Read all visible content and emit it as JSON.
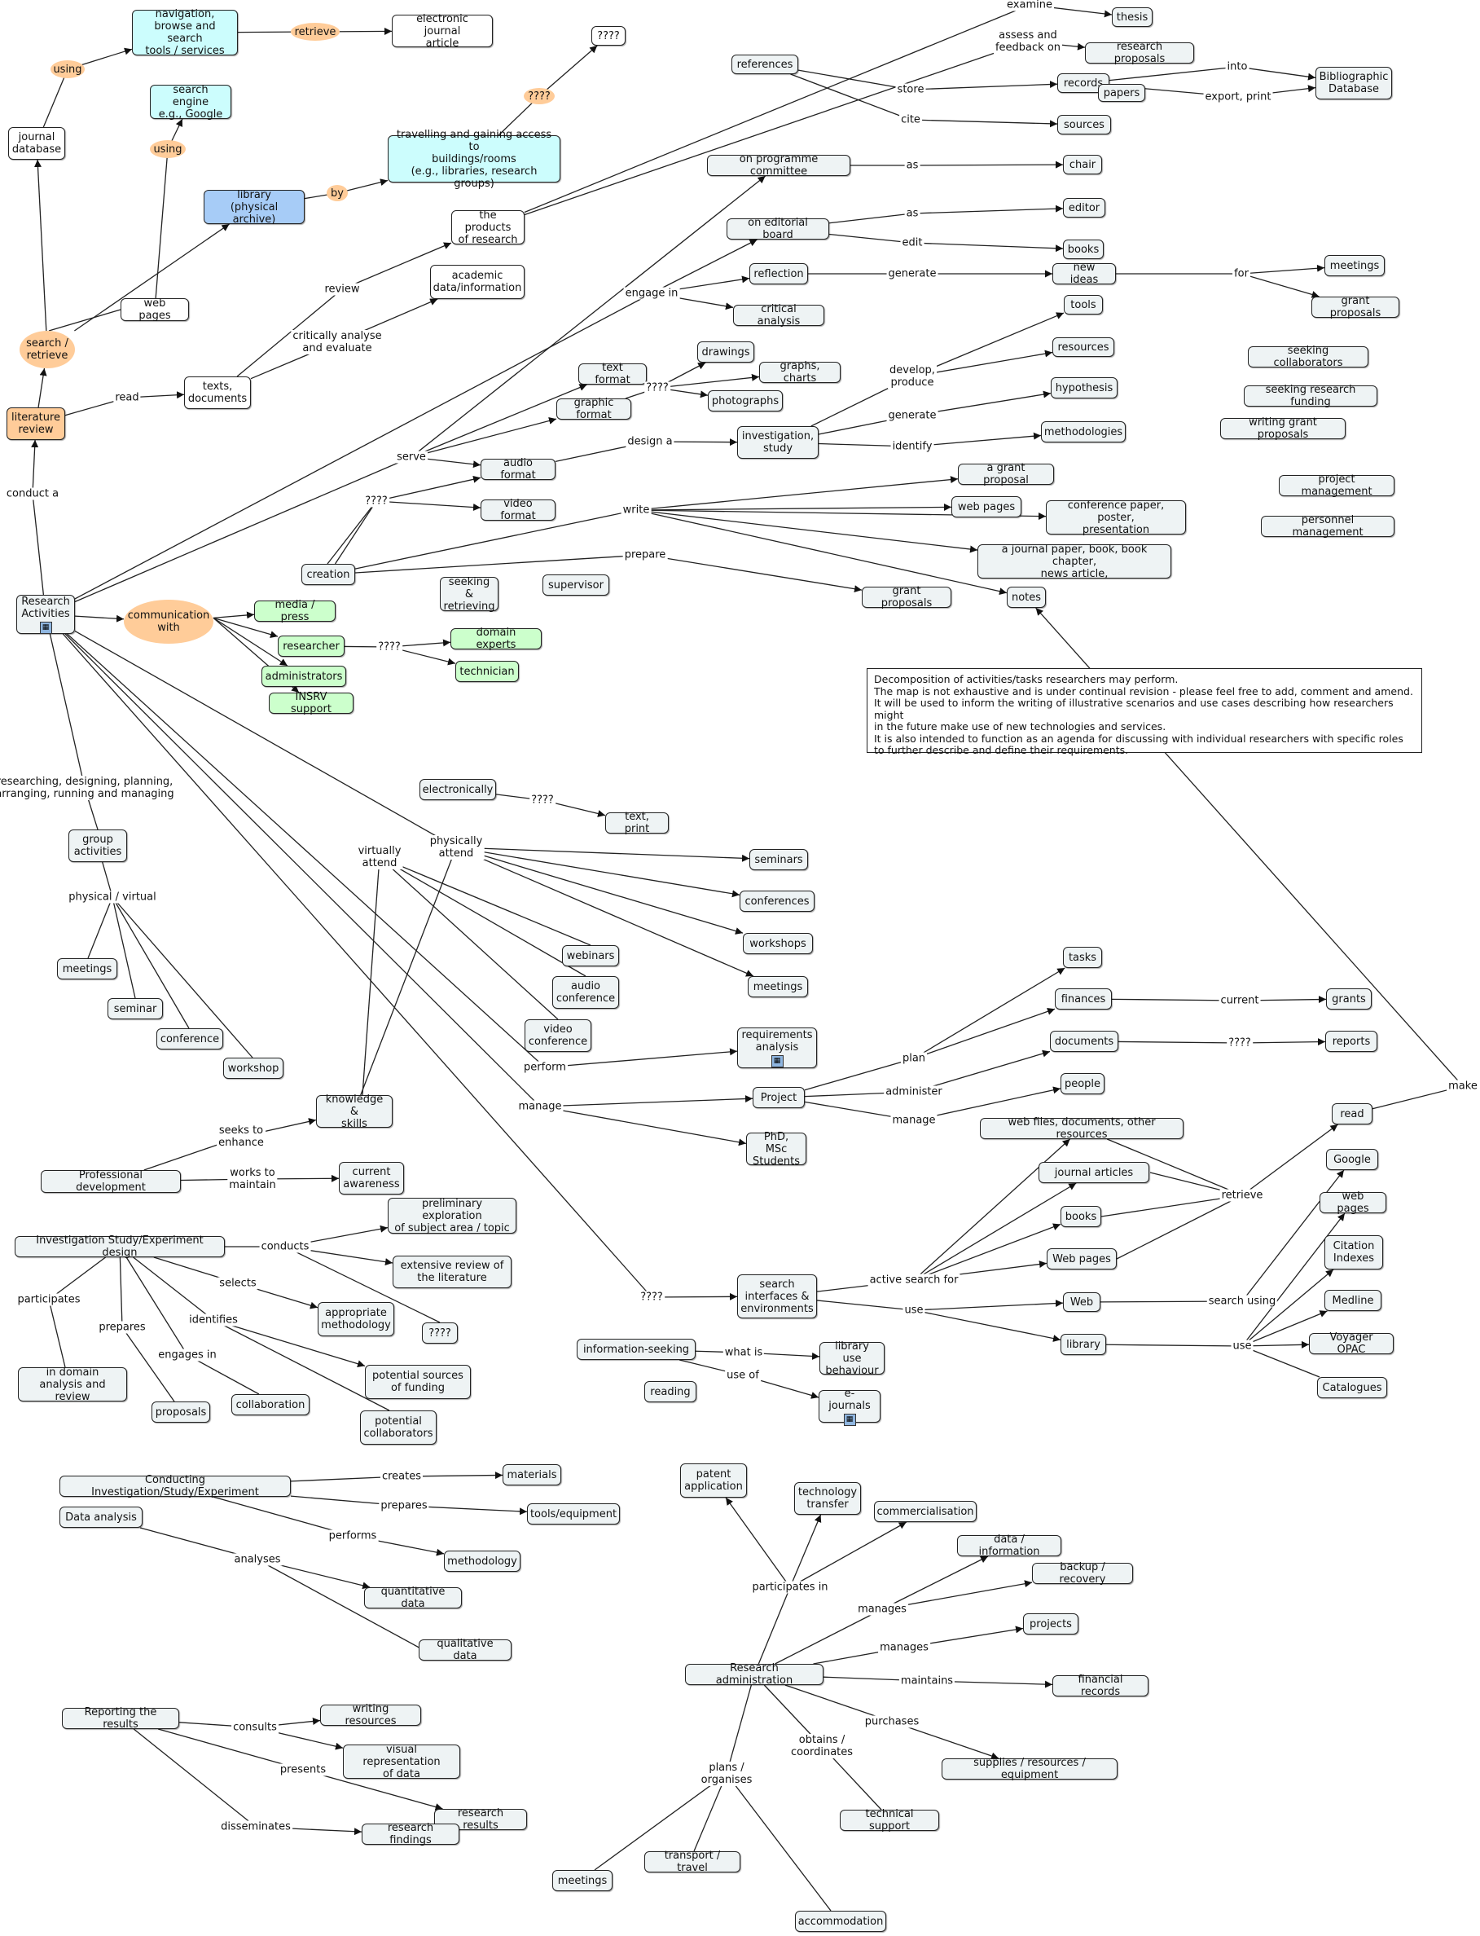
{
  "nodes": {
    "journal_database": "journal\ndatabase",
    "navigation_tools": "navigation,\nbrowse and search\ntools / services",
    "electronic_journal_article": "electronic journal\narticle",
    "search_engine": "search engine\ne.g., Google",
    "library_physical": "library\n(physical archive)",
    "travelling_access": "travelling and gaining access to\nbuildings/rooms\n(e.g., libraries, research groups)",
    "q_top": "????",
    "web_pages_left": "web pages",
    "search_retrieve": "search /\nretrieve",
    "literature_review": "literature\nreview",
    "texts_documents": "texts,\ndocuments",
    "products_of_research": "the products\nof research",
    "academic_data": "academic\ndata/information",
    "references": "references",
    "records": "records",
    "papers": "papers",
    "bibliographic_database": "Bibliographic\nDatabase",
    "thesis": "thesis",
    "research_proposals": "research proposals",
    "sources": "sources",
    "programme_committee": "on programme committee",
    "chair": "chair",
    "editorial_board": "on editorial board",
    "editor": "editor",
    "books_top": "books",
    "reflection": "reflection",
    "new_ideas": "new ideas",
    "meetings_top": "meetings",
    "grant_proposals_top": "grant proposals",
    "critical_analysis": "critical analysis",
    "text_format": "text format",
    "graphic_format": "graphic format",
    "drawings": "drawings",
    "graphs_charts": "graphs, charts",
    "photographs": "photographs",
    "investigation_study": "investigation,\nstudy",
    "tools": "tools",
    "resources": "resources",
    "hypothesis": "hypothesis",
    "methodologies": "methodologies",
    "seeking_collaborators": "seeking collaborators",
    "seeking_funding": "seeking research funding",
    "writing_grant_proposals": "writing grant proposals",
    "project_management": "project management",
    "personnel_management": "personnel management",
    "audio_format": "audio format",
    "video_format": "video format",
    "a_grant_proposal": "a grant proposal",
    "web_pages_write": "web pages",
    "conference_paper": "conference paper, poster,\npresentation",
    "journal_paper": "a journal paper, book, book chapter,\nnews article,",
    "creation": "creation",
    "seeking_retrieving": "seeking &\nretrieving",
    "supervisor": "supervisor",
    "grant_proposals_prep": "grant proposals",
    "notes": "notes",
    "research_activities": "Research\nActivities",
    "communication_with": "communication\nwith",
    "media_press": "media / press",
    "researcher": "researcher",
    "domain_experts": "domain experts",
    "technician": "technician",
    "administrators": "administrators",
    "insrv_support": "INSRV support",
    "group_activities": "group\nactivities",
    "meetings_group": "meetings",
    "seminar": "seminar",
    "conference": "conference",
    "workshop": "workshop",
    "electronically": "electronically",
    "text_print": "text, print",
    "seminars": "seminars",
    "conferences": "conferences",
    "workshops": "workshops",
    "meetings_attend": "meetings",
    "webinars": "webinars",
    "audio_conference": "audio\nconference",
    "video_conference": "video\nconference",
    "requirements_analysis": "requirements\nanalysis",
    "knowledge_skills": "knowledge &\nskills",
    "tasks": "tasks",
    "finances": "finances",
    "grants": "grants",
    "documents": "documents",
    "reports": "reports",
    "people": "people",
    "project": "Project",
    "phd_students": "PhD, MSc\nStudents",
    "professional_development": "Professional development",
    "current_awareness": "current\nawareness",
    "web_files": "web files, documents, other resources",
    "journal_articles": "journal articles",
    "books_search": "books",
    "web_pages_search": "Web pages",
    "web": "Web",
    "library": "library",
    "read": "read",
    "google": "Google",
    "web_pages_right": "web pages",
    "citation_indexes": "Citation\nIndexes",
    "medline": "Medline",
    "voyager_opac": "Voyager OPAC",
    "catalogues": "Catalogues",
    "search_interfaces": "search\ninterfaces &\nenvironments",
    "investigation_design": "Investigation Study/Experiment design",
    "preliminary_exploration": "preliminary exploration\nof subject area / topic",
    "extensive_review": "extensive review of\nthe literature",
    "appropriate_methodology": "appropriate\nmethodology",
    "q_design": "????",
    "potential_funding": "potential sources\nof funding",
    "potential_collaborators": "potential\ncollaborators",
    "in_domain_analysis": "in domain\nanalysis and review",
    "proposals": "proposals",
    "collaboration": "collaboration",
    "information_seeking": "information-seeking",
    "library_use_behaviour": "library use\nbehaviour",
    "e_journals": "e-journals",
    "reading": "reading",
    "conducting_investigation": "Conducting Investigation/Study/Experiment",
    "data_analysis": "Data analysis",
    "materials": "materials",
    "tools_equipment": "tools/equipment",
    "methodology": "methodology",
    "quantitative_data": "quantitative data",
    "qualitative_data": "qualitative data",
    "reporting_results": "Reporting the results",
    "writing_resources": "writing resources",
    "visual_representation": "visual representation\nof data",
    "research_results": "research results",
    "research_findings": "research findings",
    "patent_application": "patent\napplication",
    "technology_transfer": "technology\ntransfer",
    "commercialisation": "commercialisation",
    "data_information": "data / information",
    "backup_recovery": "backup / recovery",
    "projects": "projects",
    "financial_records": "financial records",
    "research_administration": "Research administration",
    "supplies": "supplies / resources / equipment",
    "technical_support": "technical support",
    "meetings_admin": "meetings",
    "transport_travel": "transport / travel",
    "accommodation": "accommodation",
    "using_1": "using",
    "using_2": "using",
    "retrieve_oval": "retrieve",
    "by_oval": "by",
    "q_oval": "????"
  },
  "links": {
    "examine": "examine",
    "assess_feedback": "assess and\nfeedback on",
    "store": "store",
    "into": "into",
    "export_print": "export, print",
    "cite": "cite",
    "as_chair": "as",
    "as_editor": "as",
    "edit": "edit",
    "generate_ideas": "generate",
    "for": "for",
    "review": "review",
    "critically_analyse": "critically analyse\nand evaluate",
    "read_link": "read",
    "engage_in": "engage in",
    "q_format": "????",
    "develop_produce": "develop,\nproduce",
    "generate_hyp": "generate",
    "identify": "identify",
    "design_a": "design a",
    "serve": "serve",
    "q_creation": "????",
    "write": "write",
    "prepare": "prepare",
    "conduct_a": "conduct a",
    "q_researcher": "????",
    "researching": "researching, designing, planning,\narranging, running and managing",
    "physical_virtual": "physical / virtual",
    "q_electronic": "????",
    "physically_attend": "physically\nattend",
    "virtually_attend": "virtually\nattend",
    "perform": "perform",
    "manage_project": "manage",
    "plan": "plan",
    "administer": "administer",
    "manage_docs": "manage",
    "current": "current",
    "q_reports": "????",
    "make": "make",
    "seeks_to_enhance": "seeks to\nenhance",
    "works_to_maintain": "works to\nmaintain",
    "conducts": "conducts",
    "selects": "selects",
    "identifies": "identifies",
    "participates": "participates",
    "prepares_design": "prepares",
    "engages_in": "engages in",
    "q_search": "????",
    "active_search": "active search for",
    "use_search": "use",
    "retrieve": "retrieve",
    "search_using": "search using",
    "use_library": "use",
    "what_is": "what is",
    "use_of": "use of",
    "creates": "creates",
    "prepares_conduct": "prepares",
    "performs": "performs",
    "analyses": "analyses",
    "consults": "consults",
    "presents": "presents",
    "disseminates": "disseminates",
    "participates_in": "participates in",
    "manages_data": "manages",
    "manages_projects": "manages",
    "maintains": "maintains",
    "purchases": "purchases",
    "obtains_coordinates": "obtains /\ncoordinates",
    "plans_organises": "plans /\norganises"
  },
  "note": "Decomposition of activities/tasks researchers may perform.\nThe map is not exhaustive and is under continual revision - please feel free to add, comment and amend.\nIt will be used to inform the writing of illustrative scenarios and use cases describing how researchers might\nin the future make use of new technologies and services.\nIt is also intended to function as an agenda for discussing with individual researchers with specific roles\nto further describe and define their requirements.",
  "colors": {
    "default_node": "#eef3f4",
    "cyan_node": "#ccfdfd",
    "blue_node": "#a7ccf7",
    "orange_node": "#ffcc99",
    "green_node": "#ccffcc",
    "line": "#222222"
  },
  "icons": [
    "document-icon"
  ]
}
